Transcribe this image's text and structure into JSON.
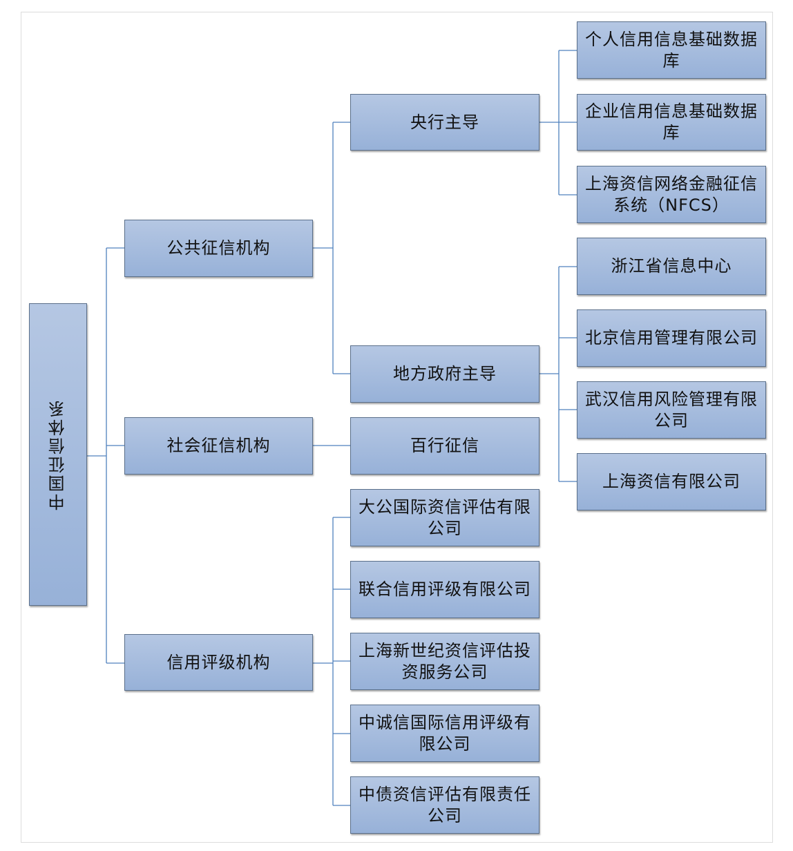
{
  "diagram": {
    "root": {
      "label": "中国征信体系"
    },
    "level1": [
      {
        "label": "公共征信机构"
      },
      {
        "label": "社会征信机构"
      },
      {
        "label": "信用评级机构"
      }
    ],
    "level2": [
      {
        "label": "央行主导"
      },
      {
        "label": "地方政府主导"
      },
      {
        "label": "百行征信"
      },
      {
        "label": "大公国际资信评估有限公司"
      },
      {
        "label": "联合信用评级有限公司"
      },
      {
        "label": "上海新世纪资信评估投资服务公司"
      },
      {
        "label": "中诚信国际信用评级有限公司"
      },
      {
        "label": "中债资信评估有限责任公司"
      }
    ],
    "level3": [
      {
        "label": "个人信用信息基础数据库"
      },
      {
        "label": "企业信用信息基础数据库"
      },
      {
        "label": "上海资信网络金融征信系统（NFCS）"
      },
      {
        "label": "浙江省信息中心"
      },
      {
        "label": "北京信用管理有限公司"
      },
      {
        "label": "武汉信用风险管理有限公司"
      },
      {
        "label": "上海资信有限公司"
      }
    ]
  }
}
